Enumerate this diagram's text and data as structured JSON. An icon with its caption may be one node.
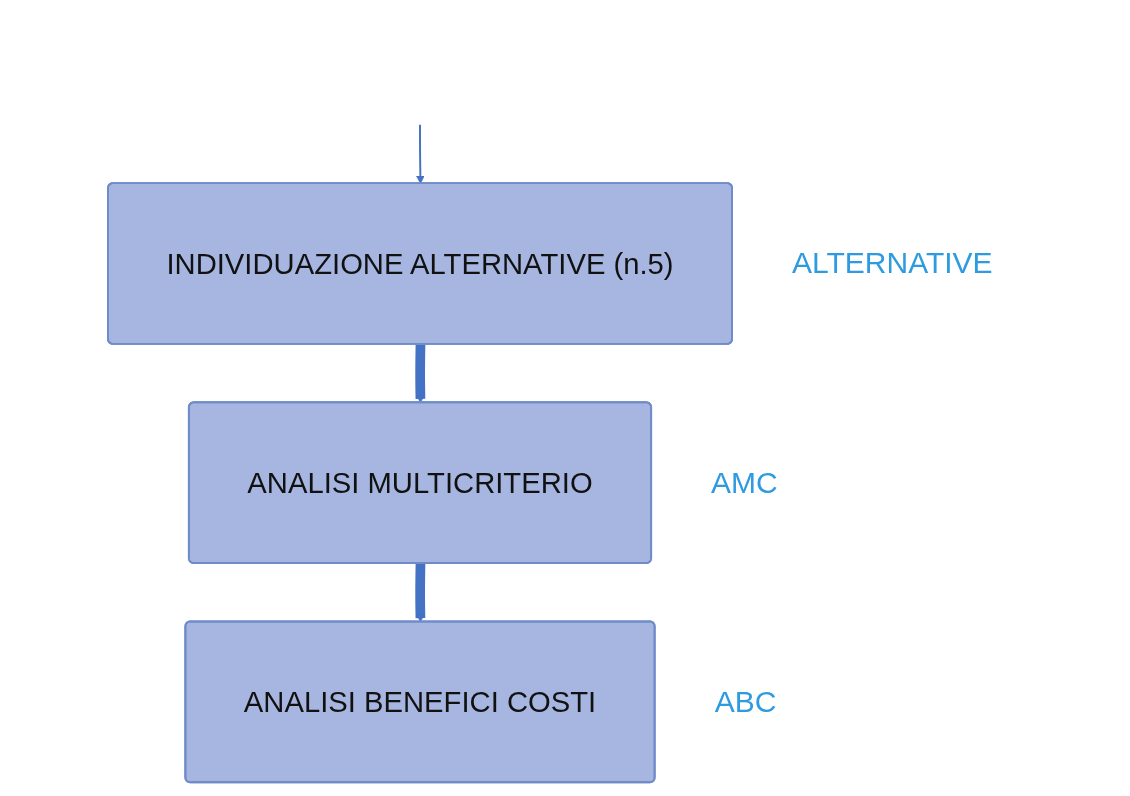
{
  "diagram": {
    "nodes": [
      {
        "text": [
          "INDIVIDUAZIONE ALTERNATIVE (n.5)"
        ],
        "beside": [
          "ALTERNATIVE"
        ]
      },
      {
        "text": [
          "ANALISI MULTICRITERIO"
        ],
        "beside": [
          "AMC"
        ]
      },
      {
        "text": [
          "ANALISI BENEFICI COSTI"
        ],
        "beside": [
          "ABC"
        ]
      }
    ],
    "edges": [
      {
        "from": null,
        "to": 0,
        "arrow": "to"
      },
      {
        "from": 0,
        "to": 1,
        "arrow": "to"
      },
      {
        "from": 1,
        "to": 2,
        "arrow": "to"
      }
    ]
  }
}
